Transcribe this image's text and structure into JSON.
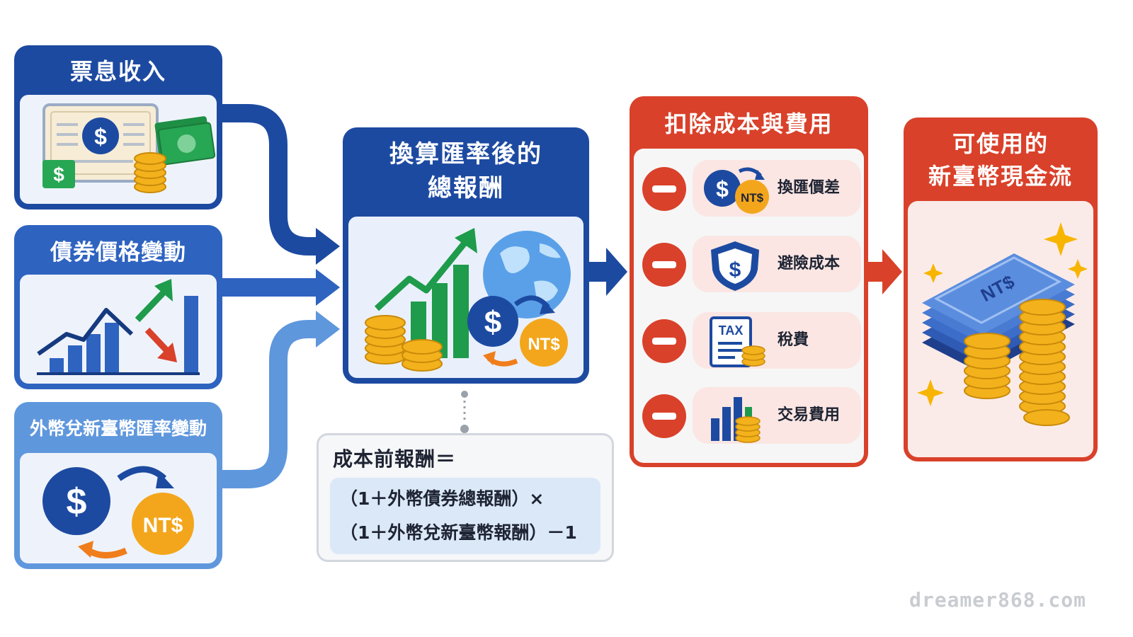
{
  "sources": [
    {
      "title": "票息收入",
      "icon": "coupon-income-icon"
    },
    {
      "title": "債券價格變動",
      "icon": "bond-price-chart-icon"
    },
    {
      "title": "外幣兌新臺幣匯率變動",
      "icon": "currency-exchange-icon"
    }
  ],
  "center": {
    "title_line1": "換算匯率後的",
    "title_line2": "總報酬",
    "icon": "growth-globe-exchange-icon"
  },
  "formula": {
    "title": "成本前報酬＝",
    "line1": "（1＋外幣債券總報酬）×",
    "line2": "（1＋外幣兌新臺幣報酬）－1"
  },
  "deductions": {
    "title": "扣除成本與費用",
    "items": [
      {
        "label": "換匯價差",
        "icon": "exchange-spread-icon"
      },
      {
        "label": "避險成本",
        "icon": "hedge-shield-icon"
      },
      {
        "label": "稅費",
        "icon": "tax-document-icon"
      },
      {
        "label": "交易費用",
        "icon": "trading-fee-icon"
      }
    ]
  },
  "result": {
    "title_line1": "可使用的",
    "title_line2": "新臺幣現金流",
    "icon": "twd-cash-stack-icon"
  },
  "symbols": {
    "dollar": "$",
    "ntd": "NT$",
    "tax": "TAX"
  },
  "watermark": "dreamer868.com",
  "colors": {
    "navy": "#1d4aa1",
    "blue": "#2e63c0",
    "light_blue": "#5f97dd",
    "red": "#d9412a",
    "gold": "#f3b21c",
    "green": "#1e9b4b"
  }
}
